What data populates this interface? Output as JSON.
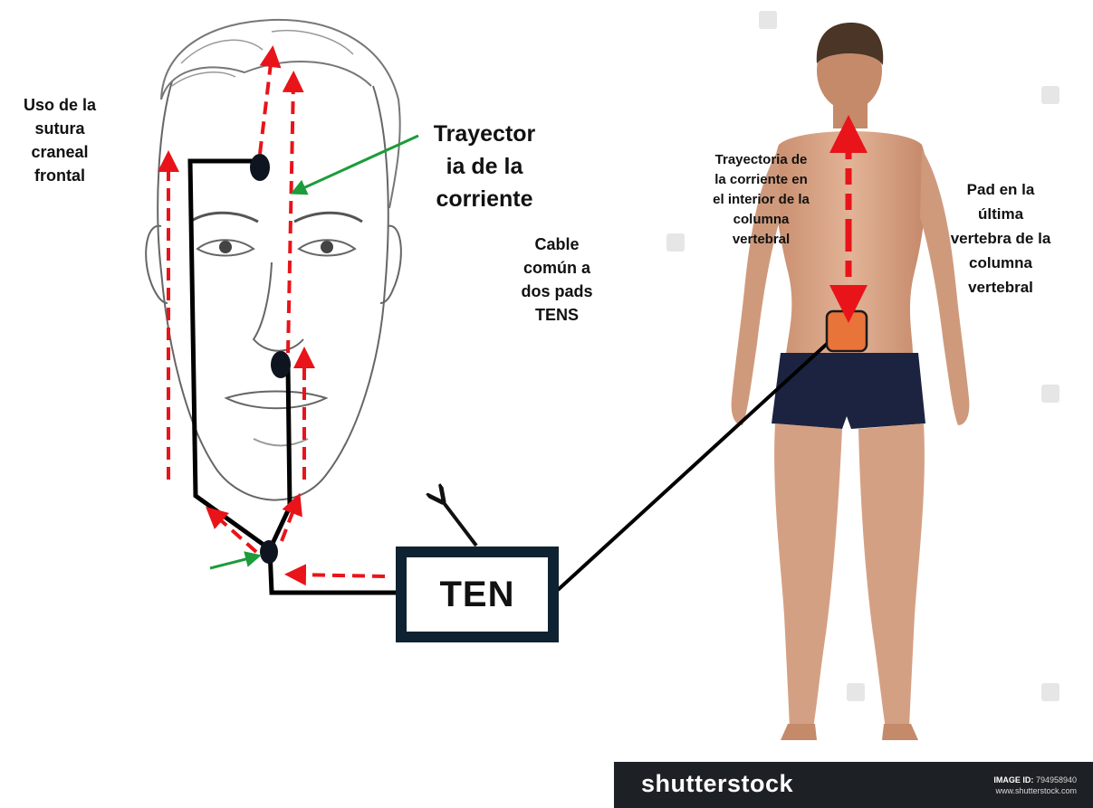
{
  "labels": {
    "sutura": "Uso  de la\nsutura\ncraneal\nfrontal",
    "trayectoria": "Trayector\nia de la\ncorriente",
    "cable": "Cable\ncomún a\ndos pads\nTENS",
    "columna": "Trayectoria de\nla corriente en\nel interior de la\ncolumna\nvertebral",
    "pad": "Pad en la\núltima\nvertebra de la\ncolumna\nvertebral"
  },
  "device": {
    "label": "TEN"
  },
  "watermark": {
    "brand": "shutterstock",
    "id_label": "IMAGE ID:",
    "id_value": "794958940",
    "url": "www.shutterstock.com"
  },
  "colors": {
    "cable": "#000000",
    "current_arrow": "#e8141a",
    "pointer_arrow": "#1c9c3a",
    "pad": "#e8743a",
    "device_border": "#0f2231",
    "skin": "#d9a98a",
    "shorts": "#1c2340"
  }
}
